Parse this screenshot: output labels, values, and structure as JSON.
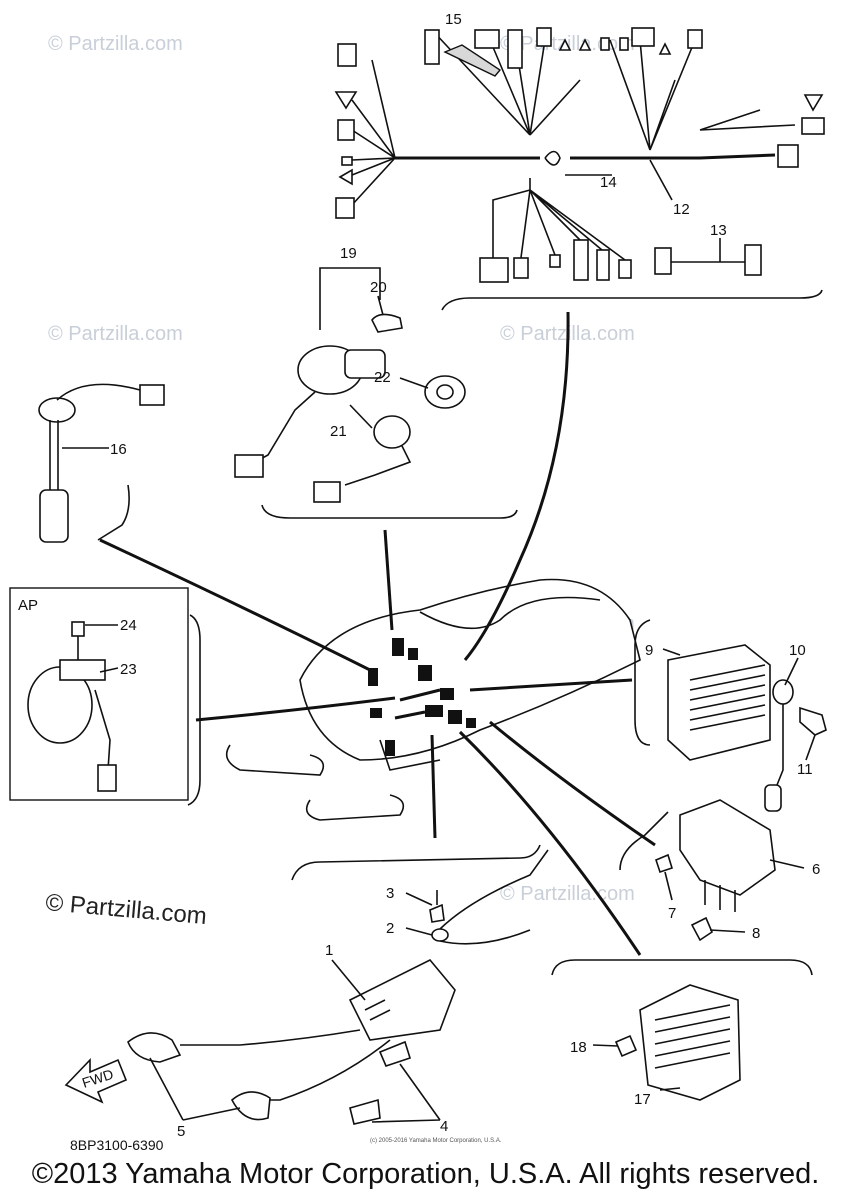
{
  "watermarks": {
    "text": "© Partzilla.com",
    "main_text": "© Partzilla.com"
  },
  "ap_box": {
    "label": "AP"
  },
  "callouts": [
    "1",
    "2",
    "3",
    "4",
    "5",
    "6",
    "7",
    "8",
    "9",
    "10",
    "11",
    "12",
    "13",
    "14",
    "15",
    "16",
    "17",
    "18",
    "19",
    "20",
    "21",
    "22",
    "23",
    "24"
  ],
  "fwd_label": "FWD",
  "diagram_code": "8BP3100-6390",
  "small_copyright": "(c) 2005-2016 Yamaha Motor Corporation, U.S.A.",
  "copyright": "©2013 Yamaha Motor Corporation, U.S.A. All rights reserved."
}
